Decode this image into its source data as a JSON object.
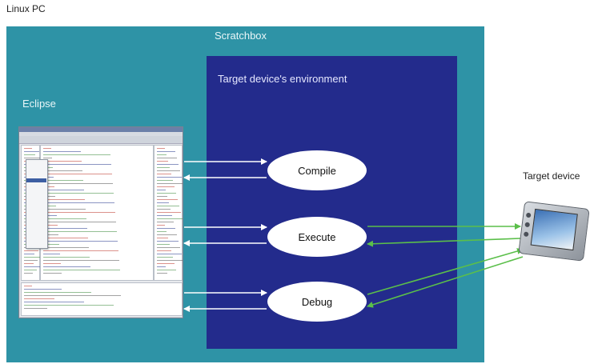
{
  "labels": {
    "linux_pc": "Linux PC",
    "scratchbox": "Scratchbox",
    "eclipse": "Eclipse",
    "target_env": "Target device's environment",
    "target_device": "Target device"
  },
  "nodes": {
    "compile": "Compile",
    "execute": "Execute",
    "debug": "Debug"
  },
  "colors": {
    "scratchbox_bg": "#2e93a6",
    "target_env_bg": "#232b8c",
    "arrow_white": "#ffffff",
    "arrow_green": "#5bbf4a"
  },
  "icons": {
    "eclipse_window": "eclipse-ide-screenshot",
    "target_device": "handheld-tablet-device"
  }
}
